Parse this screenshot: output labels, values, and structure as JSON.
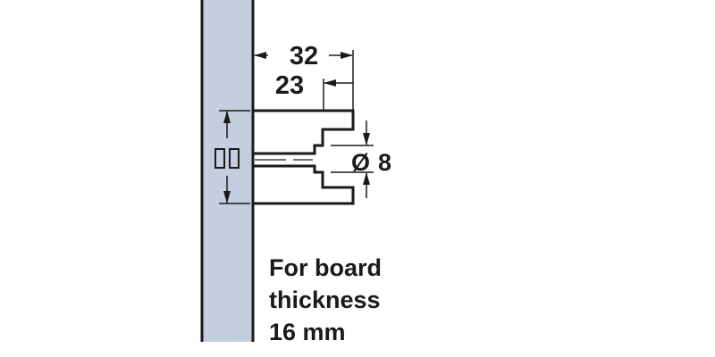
{
  "diagram": {
    "colors": {
      "board_fill": "#c5cedf",
      "line": "#1a1a1a",
      "background": "#ffffff"
    },
    "dimensions": {
      "overall_depth": "32",
      "inset_depth": "23",
      "pin_diameter_symbol": "Ø",
      "pin_diameter_value": "8",
      "board_height_marker": "▯▯"
    },
    "note": {
      "line1": "For board",
      "line2": "thickness",
      "line3": "16 mm"
    }
  }
}
